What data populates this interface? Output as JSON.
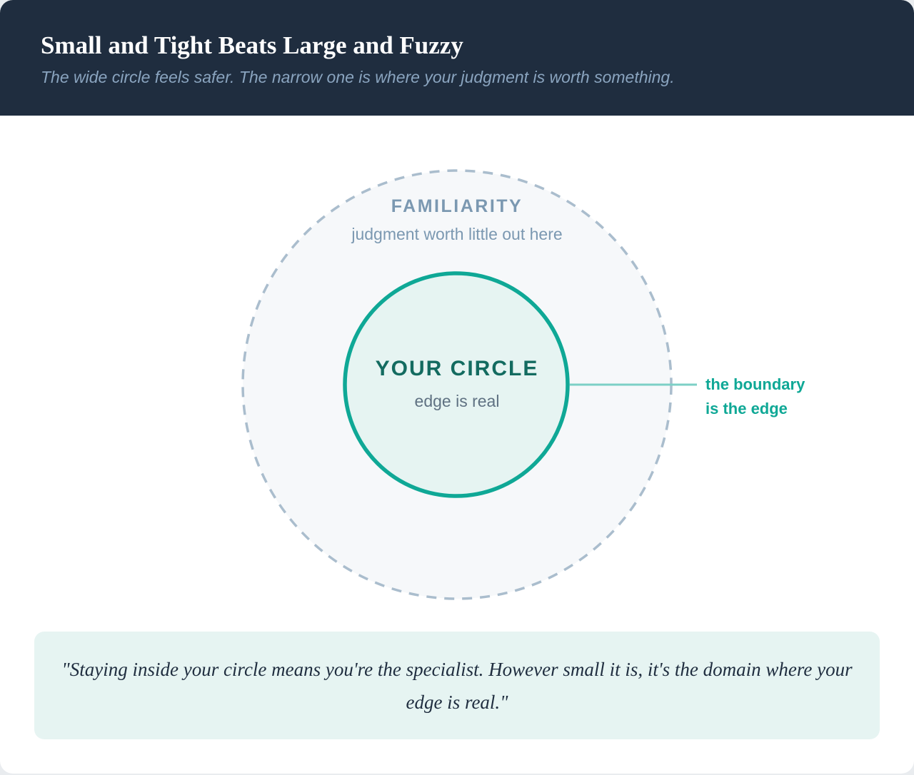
{
  "header": {
    "title": "Small and Tight Beats Large and Fuzzy",
    "subtitle": "The wide circle feels safer. The narrow one is where your judgment is worth something."
  },
  "diagram": {
    "outer_circle": {
      "label": "FAMILIARITY",
      "caption": "judgment worth little out here"
    },
    "inner_circle": {
      "label": "YOUR CIRCLE",
      "caption": "edge is real"
    },
    "callout": {
      "line1": "the boundary",
      "line2": "is the edge"
    }
  },
  "quote": {
    "text": "\"Staying inside your circle means you're the specialist. However small it is, it's the domain where your edge is real.\""
  },
  "colors": {
    "header_bg": "#1f2d3f",
    "accent_teal": "#0fa896",
    "dashed_gray": "#aabdcd",
    "quote_bg": "#e6f4f2"
  }
}
